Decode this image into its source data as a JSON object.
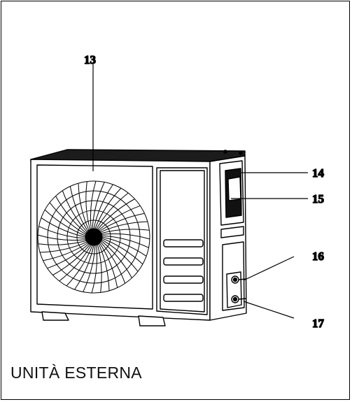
{
  "diagram": {
    "caption": "UNITÀ ESTERNA",
    "callouts": [
      "13",
      "14",
      "15",
      "16",
      "17"
    ]
  }
}
